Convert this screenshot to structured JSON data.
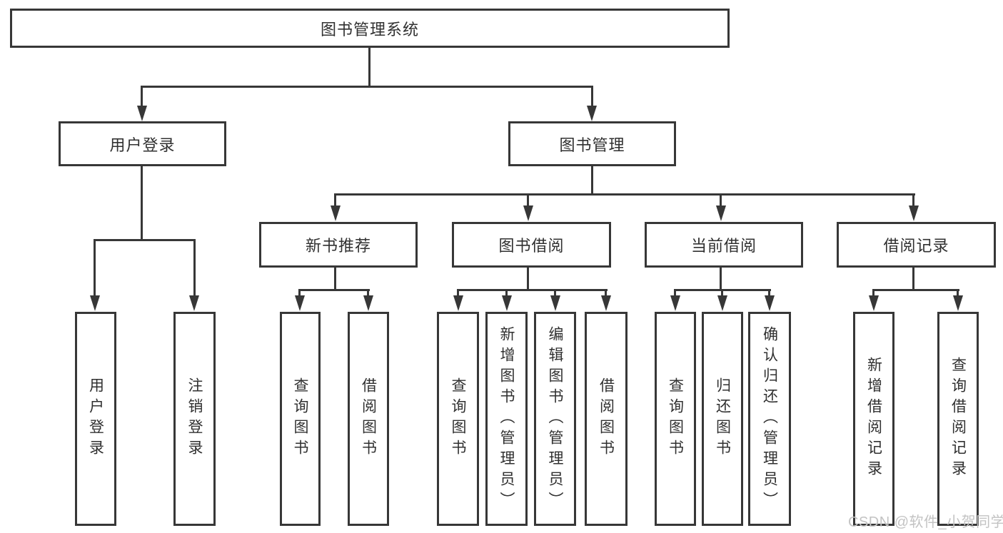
{
  "diagram": {
    "root": "图书管理系统",
    "branches": {
      "user_login": {
        "label": "用户登录",
        "children": [
          "用户登录",
          "注销登录"
        ]
      },
      "book_management": {
        "label": "图书管理",
        "sections": [
          {
            "label": "新书推荐",
            "children": [
              "查询图书",
              "借阅图书"
            ]
          },
          {
            "label": "图书借阅",
            "children": [
              "查询图书",
              "新增图书（管理员）",
              "编辑图书（管理员）",
              "借阅图书"
            ]
          },
          {
            "label": "当前借阅",
            "children": [
              "查询图书",
              "归还图书",
              "确认归还（管理员）"
            ]
          },
          {
            "label": "借阅记录",
            "children": [
              "新增借阅记录",
              "查询借阅记录"
            ]
          }
        ]
      }
    }
  },
  "watermark": {
    "text": "CSDN @软件_小贺同学"
  },
  "colors": {
    "line": "#373737",
    "text": "#303030",
    "watermark": "#c3c3c3",
    "background": "#ffffff"
  }
}
